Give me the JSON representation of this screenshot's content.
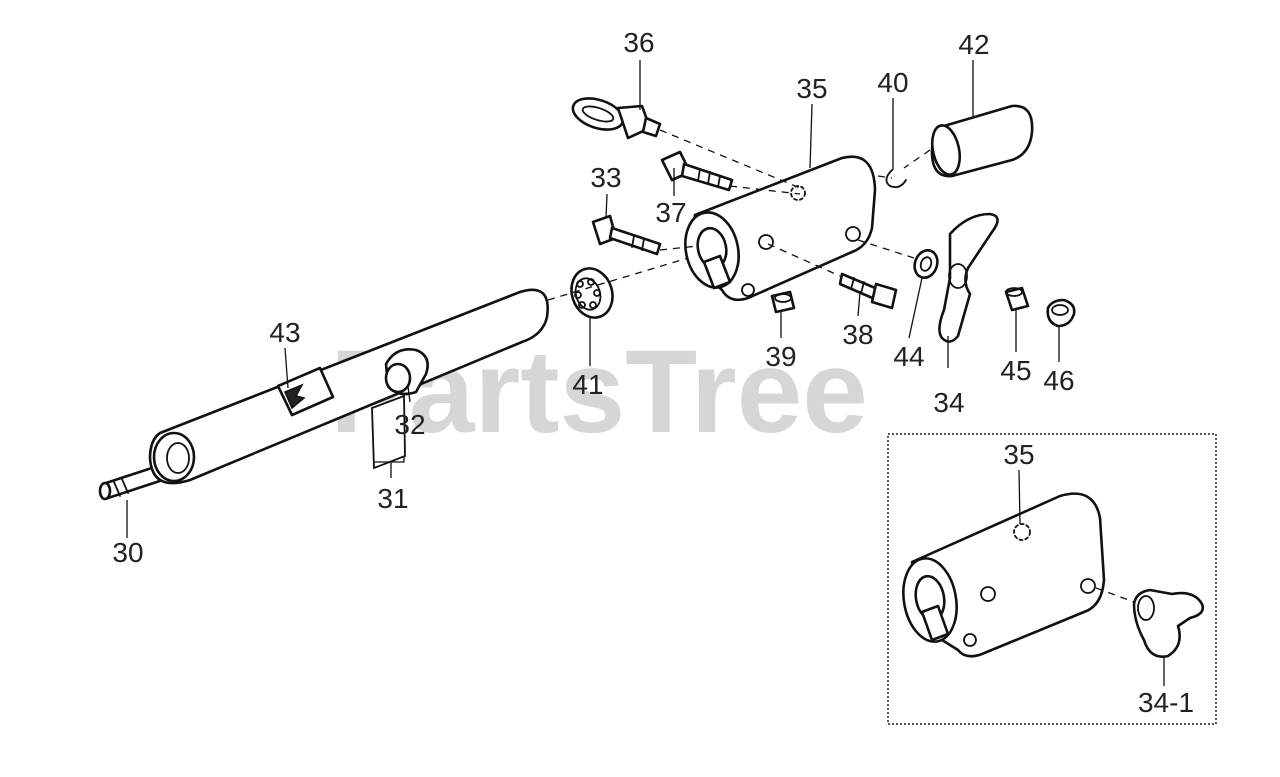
{
  "watermark": "PartsTree",
  "callouts": {
    "c30": "30",
    "c31": "31",
    "c32": "32",
    "c33": "33",
    "c34": "34",
    "c35": "35",
    "c36": "36",
    "c37": "37",
    "c38": "38",
    "c39": "39",
    "c40": "40",
    "c41": "41",
    "c42": "42",
    "c43": "43",
    "c44": "44",
    "c45": "45",
    "c46": "46"
  },
  "inset": {
    "c35": "35",
    "c34_1": "34-1"
  },
  "colors": {
    "line": "#111111",
    "watermark": "#cfcfcf",
    "background": "#ffffff"
  }
}
